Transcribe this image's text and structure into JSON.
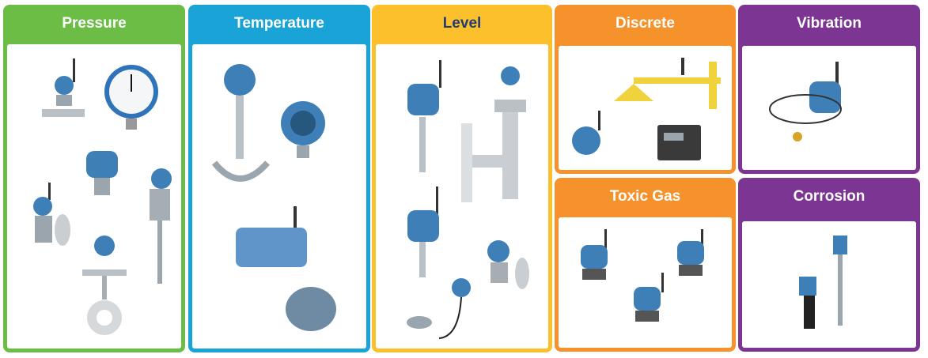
{
  "panels": {
    "pressure": {
      "title": "Pressure",
      "color": "#6bbd45"
    },
    "temperature": {
      "title": "Temperature",
      "color": "#1aa3d6"
    },
    "level": {
      "title": "Level",
      "color": "#fcc02c"
    },
    "discrete": {
      "title": "Discrete",
      "color": "#f5922c"
    },
    "toxic_gas": {
      "title": "Toxic Gas",
      "color": "#f5922c"
    },
    "vibration": {
      "title": "Vibration",
      "color": "#7c3592"
    },
    "corrosion": {
      "title": "Corrosion",
      "color": "#7c3592"
    }
  },
  "icons": {
    "device": "wireless-transmitter-icon",
    "gauge": "pressure-gauge-icon",
    "gateway": "gateway-icon",
    "shower": "safety-shower-icon",
    "probe": "vibration-sensor-icon"
  }
}
